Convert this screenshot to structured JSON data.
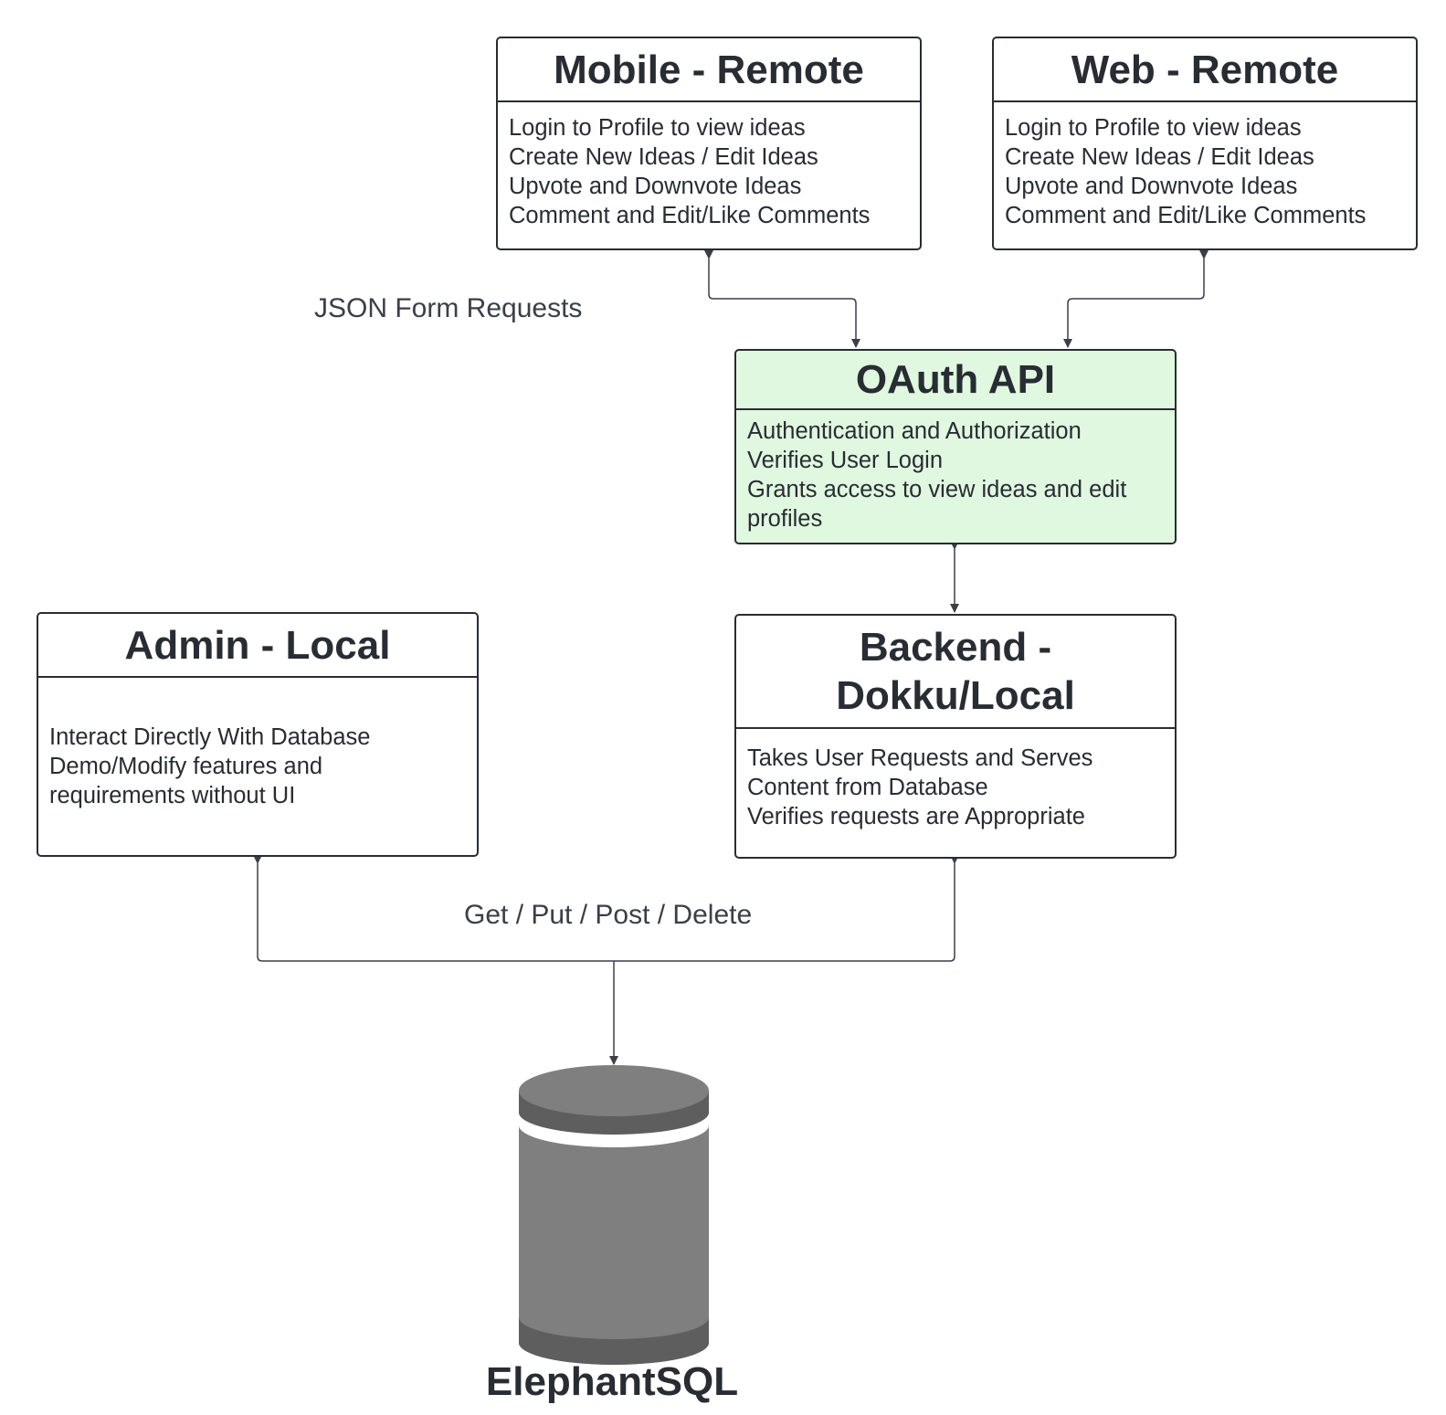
{
  "nodes": {
    "mobile": {
      "title": "Mobile - Remote",
      "lines": [
        "Login to Profile to view ideas",
        "Create New Ideas / Edit Ideas",
        "Upvote and Downvote Ideas",
        "Comment and Edit/Like Comments"
      ]
    },
    "web": {
      "title": "Web - Remote",
      "lines": [
        "Login to Profile to view ideas",
        "Create New Ideas / Edit Ideas",
        "Upvote and Downvote Ideas",
        "Comment and Edit/Like Comments"
      ]
    },
    "oauth": {
      "title": "OAuth API",
      "fill": "#e0f8e0",
      "lines": [
        "Authentication and Authorization",
        "Verifies User Login",
        "Grants access to view ideas and edit profiles"
      ]
    },
    "admin": {
      "title": "Admin - Local",
      "lines": [
        "Interact Directly With Database",
        "Demo/Modify features and requirements without UI"
      ]
    },
    "backend": {
      "title": "Backend - Dokku/Local",
      "lines": [
        "Takes User Requests and Serves Content from Database",
        "Verifies requests are Appropriate"
      ]
    },
    "database": {
      "title": "ElephantSQL",
      "icon": "database-cylinder-icon",
      "fill": "#7f7f7f"
    }
  },
  "edge_labels": {
    "json_requests": "JSON Form Requests",
    "crud": "Get / Put / Post / Delete"
  },
  "colors": {
    "stroke": "#282c33",
    "connector": "#3a3f48",
    "oauth_fill": "#e0f8e0",
    "database": "#7f7f7f"
  }
}
